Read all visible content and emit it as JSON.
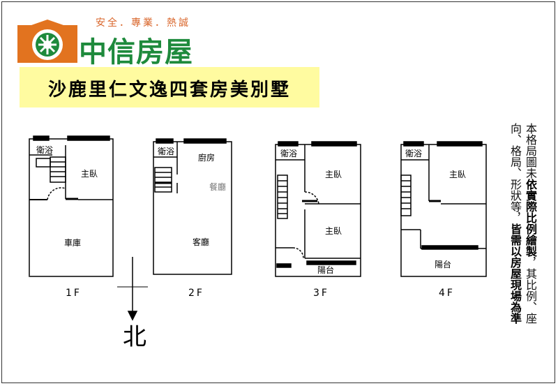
{
  "logo": {
    "tagline": "安全．專業．熱誠",
    "name": "中信房屋",
    "colors": {
      "orange": "#e2731f",
      "green": "#1e8a3c"
    }
  },
  "title": "沙鹿里仁文逸四套房美別墅",
  "floors": [
    {
      "label": "1F",
      "rooms": [
        "衛浴",
        "主臥",
        "車庫"
      ]
    },
    {
      "label": "2F",
      "rooms": [
        "衛浴",
        "廚房",
        "餐廳",
        "客廳"
      ]
    },
    {
      "label": "3F",
      "rooms": [
        "衛浴",
        "主臥",
        "主臥",
        "陽台"
      ]
    },
    {
      "label": "4F",
      "rooms": [
        "衛浴",
        "主臥",
        "陽台"
      ]
    }
  ],
  "compass": {
    "label": "北"
  },
  "disclaimer": {
    "line1_a": "本格局圖未",
    "line1_b": "依實際比例繪製",
    "line1_c": "，其比例、座",
    "line2_a": "向、格局、形狀等，",
    "line2_b": "皆需以房屋現場為準"
  }
}
